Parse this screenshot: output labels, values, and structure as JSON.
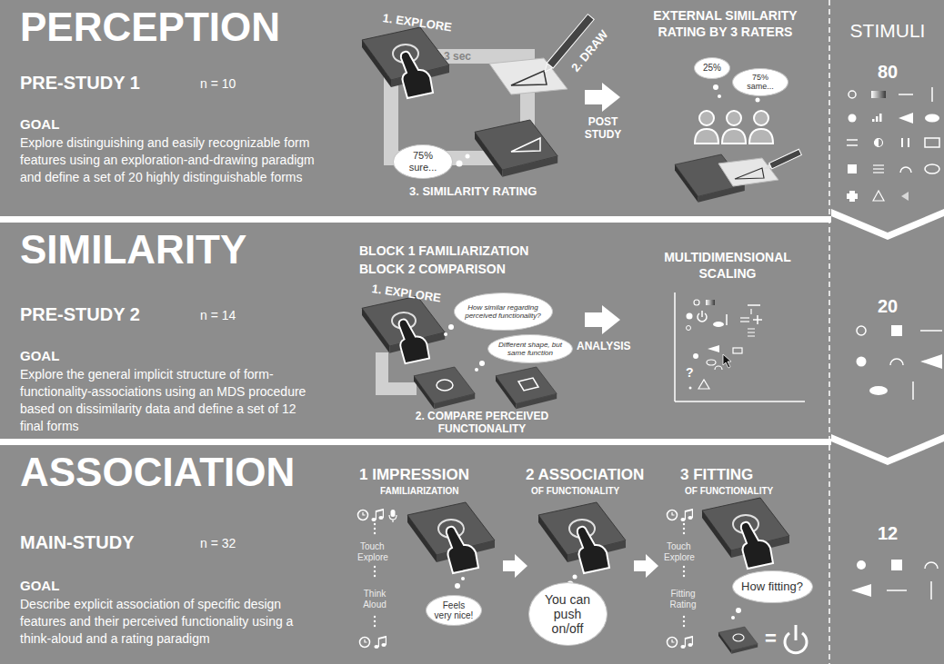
{
  "diagram": {
    "nodes": [
      {
        "text": [
          "PERCEPTION",
          "PRE-STUDY 1",
          "n = 10",
          "GOAL",
          "Explore distinguishing and easily recognizable form features using an exploration-and-drawing paradigm and define a set of 20 highly distinguishable forms"
        ]
      },
      {
        "text": [
          "75% sure..."
        ],
        "in": 0
      },
      {
        "text": [
          "25%"
        ],
        "in": 0
      },
      {
        "text": [
          "75% same..."
        ],
        "in": 0
      },
      {
        "text": [
          "STIMULI",
          "80"
        ]
      },
      {
        "text": [
          "SIMILARITY",
          "PRE-STUDY 2",
          "n = 14",
          "GOAL",
          "Explore the general implicit structure of form-functionality-associations using an MDS procedure based on dissimilarity data and define a set of 12 final forms"
        ]
      },
      {
        "text": [
          "How similar regarding perceived functionality?"
        ],
        "in": 5
      },
      {
        "text": [
          "Different shape, but same function"
        ],
        "in": 5
      },
      {
        "text": [
          "20"
        ]
      },
      {
        "text": [
          "ASSOCIATION",
          "MAIN-STUDY",
          "n = 32",
          "GOAL",
          "Describe explicit association of specific design features and their perceived functionality using a think-aloud and a rating paradigm"
        ]
      },
      {
        "text": [
          "Feels very nice!"
        ],
        "in": 9
      },
      {
        "text": [
          "You can push on/off"
        ],
        "in": 9
      },
      {
        "text": [
          "How fitting?"
        ],
        "in": 9
      },
      {
        "text": [
          "12"
        ]
      }
    ],
    "labels": [
      "1. EXPLORE",
      "3 sec",
      "2. DRAW",
      "3. SIMILARITY RATING",
      "EXTERNAL SIMILARITY RATING BY 3 RATERS",
      "POST STUDY",
      "BLOCK 1 FAMILIARIZATION",
      "BLOCK 2 COMPARISON",
      "1. EXPLORE",
      "2. COMPARE PERCEIVED FUNCTIONALITY",
      "MULTIDIMENSIONAL SCALING",
      "ANALYSIS",
      "?",
      "1 IMPRESSION",
      "FAMILIARIZATION",
      "2 ASSOCIATION",
      "OF FUNCTIONALITY",
      "3 FITTING",
      "OF FUNCTIONALITY",
      "Touch",
      "Explore",
      "Think Aloud",
      "Touch",
      "Explore",
      "Fitting Rating",
      "="
    ]
  }
}
